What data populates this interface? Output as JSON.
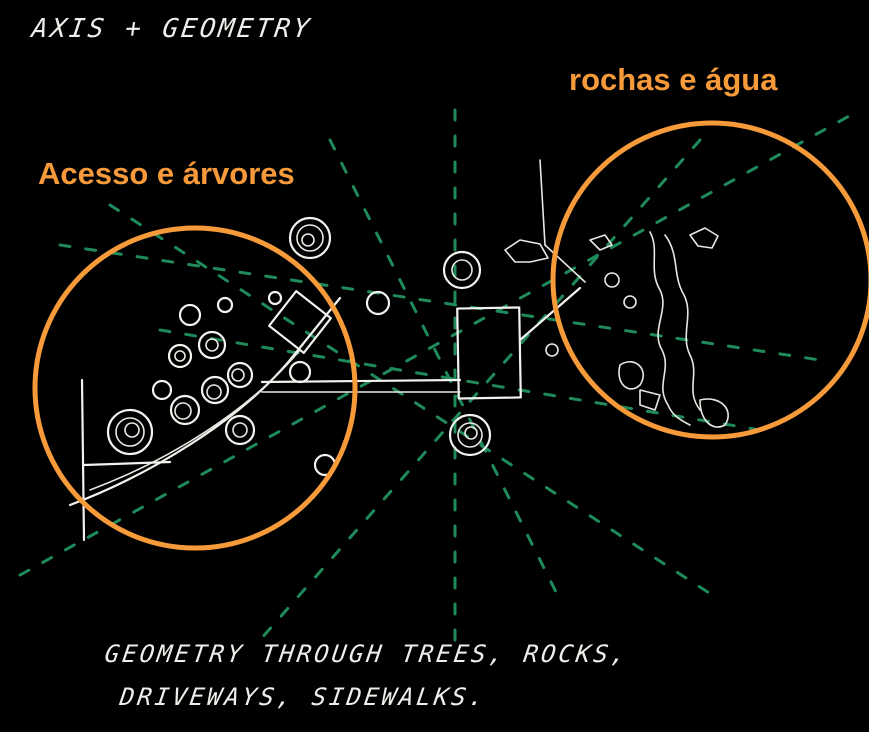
{
  "sketch_title": "AXIS + GEOMETRY",
  "labels": {
    "rocks_water": "rochas e água",
    "access_trees": "Acesso  e árvores"
  },
  "caption": {
    "line1": "GEOMETRY THROUGH TREES, ROCKS,",
    "line2": "DRIVEWAYS, SIDEWALKS."
  },
  "colors": {
    "background": "#000000",
    "highlight": "#f79a3a",
    "axis_lines": "#1f8a5a",
    "sketch_lines": "#f2f2ee"
  }
}
